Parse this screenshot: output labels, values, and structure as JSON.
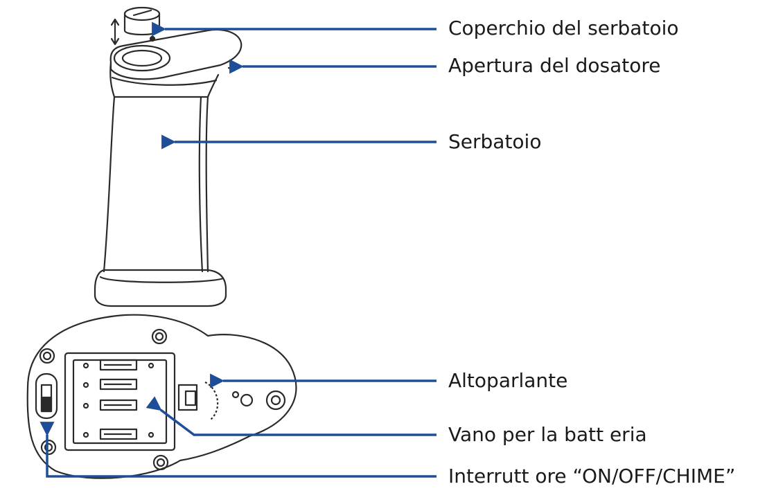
{
  "colors": {
    "line": "#2a2a2a",
    "arrow": "#1f4e98",
    "background": "#ffffff"
  },
  "labels": {
    "tank_lid": "Coperchio del serbatoio",
    "dispenser_opening": "Apertura del dosatore",
    "tank": "Serbatoio",
    "speaker": "Altoparlante",
    "battery_compartment": "Vano per la batt eria",
    "switch": "Interrutt ore “ON/OFF/CHIME”"
  }
}
